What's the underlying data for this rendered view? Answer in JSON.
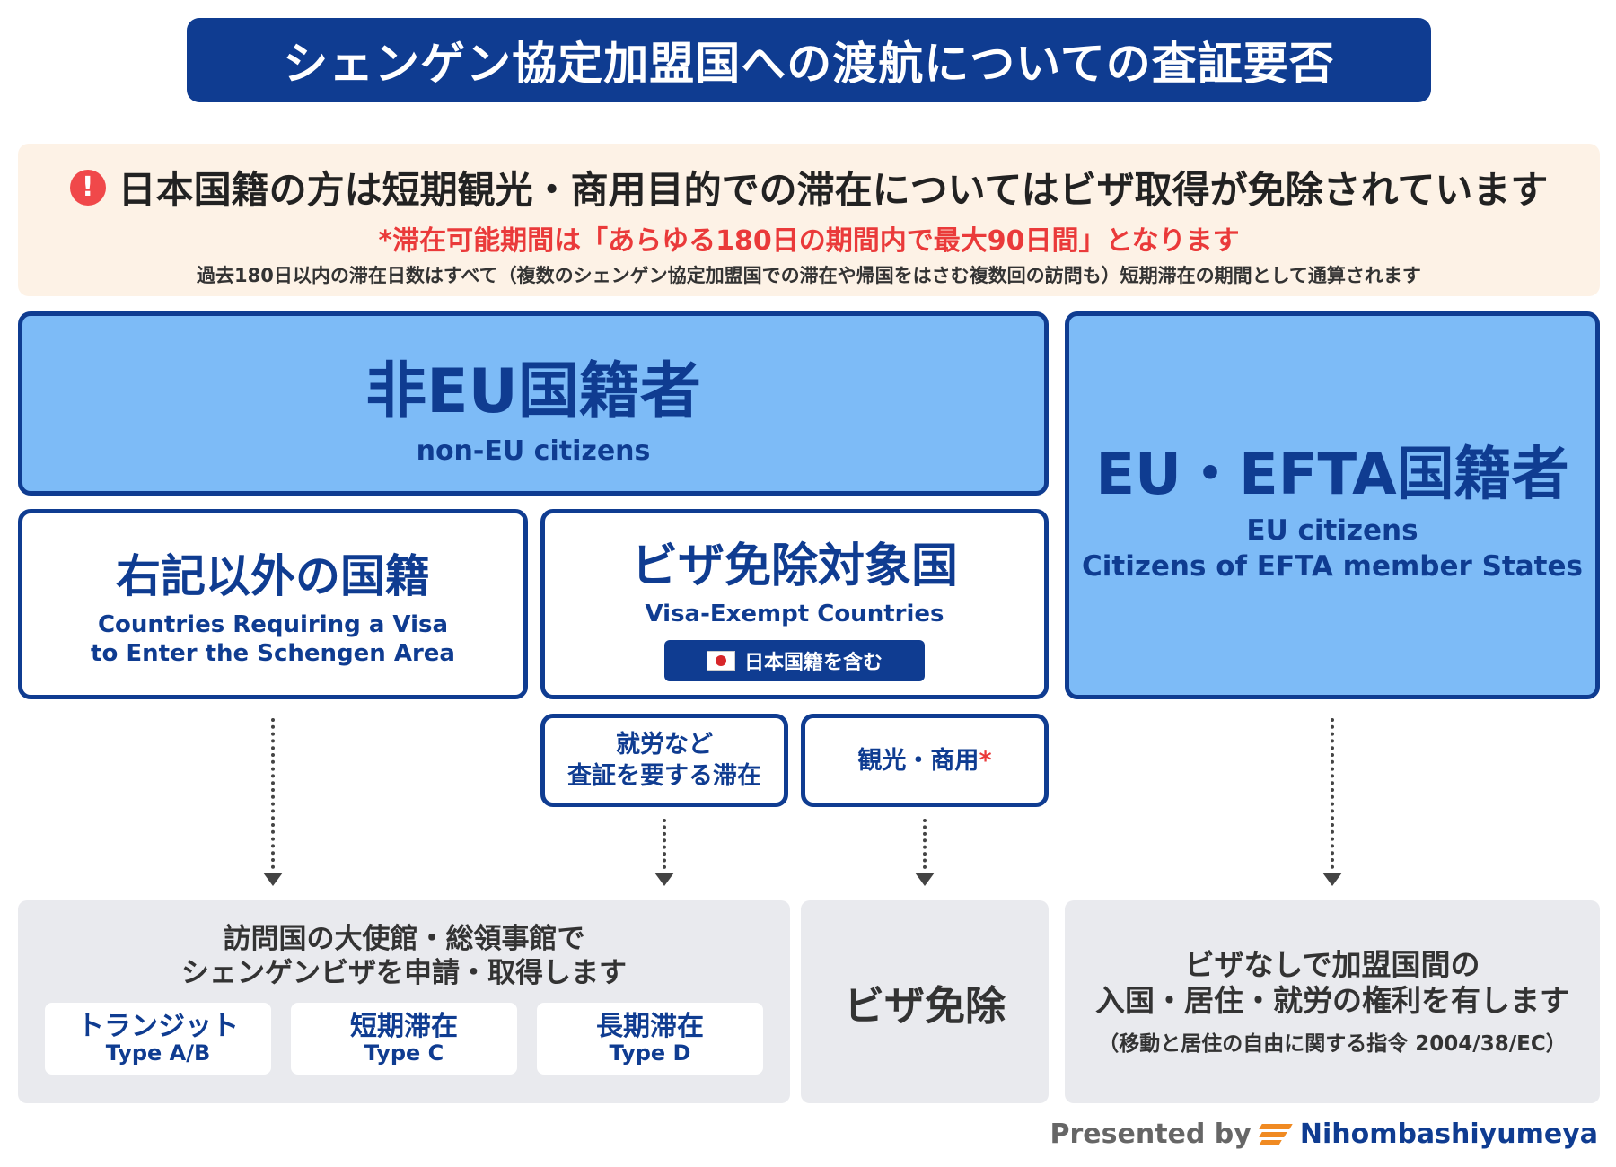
{
  "title": "シェンゲン協定加盟国への渡航についての査証要否",
  "notice": {
    "icon": "exclamation-icon",
    "main": "日本国籍の方は短期観光・商用目的での滞在についてはビザ取得が免除されています",
    "red": "*滞在可能期間は「あらゆる180日の期間内で最大90日間」となります",
    "small": "過去180日以内の滞在日数はすべて（複数のシェンゲン協定加盟国での滞在や帰国をはさむ複数回の訪問も）短期滞在の期間として通算されます"
  },
  "non_eu": {
    "jp": "非EU国籍者",
    "en": "non-EU citizens"
  },
  "eu": {
    "jp": "EU・EFTA国籍者",
    "en1": "EU citizens",
    "en2": "Citizens of EFTA member States"
  },
  "other": {
    "jp": "右記以外の国籍",
    "en1": "Countries Requiring a Visa",
    "en2": "to Enter the Schengen Area"
  },
  "exempt": {
    "jp": "ビザ免除対象国",
    "en": "Visa-Exempt Countries",
    "badge": "日本国籍を含む"
  },
  "work": {
    "l1": "就労など",
    "l2": "査証を要する滞在"
  },
  "tour": {
    "label": "観光・商用",
    "star": "*"
  },
  "apply": {
    "l1": "訪問国の大使館・総領事館で",
    "l2": "シェンゲンビザを申請・取得します",
    "types": [
      {
        "jp": "トランジット",
        "en": "Type A/B"
      },
      {
        "jp": "短期滞在",
        "en": "Type C"
      },
      {
        "jp": "長期滞在",
        "en": "Type D"
      }
    ]
  },
  "free": "ビザ免除",
  "rights": {
    "l1": "ビザなしで加盟国間の",
    "l2": "入国・居住・就労の権利を有します",
    "note": "（移動と居住の自由に関する指令 2004/38/EC）"
  },
  "footer": {
    "presented": "Presented by",
    "brand": "Nihombashiyumeya"
  },
  "colors": {
    "navy": "#0f3c91",
    "light_blue": "#7dbbf7",
    "red": "#ea3a3a",
    "orange": "#f08a22"
  }
}
